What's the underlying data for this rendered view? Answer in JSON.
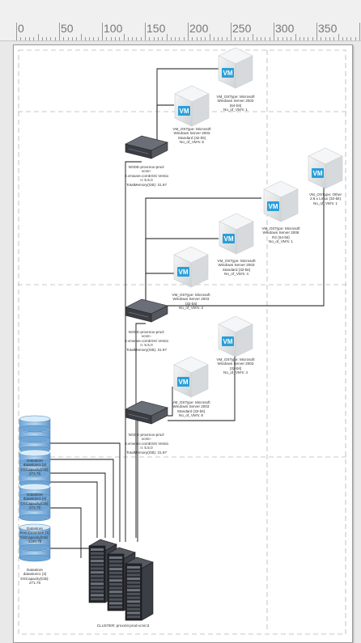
{
  "ruler": {
    "labels": [
      "0",
      "50",
      "100",
      "150",
      "200",
      "250",
      "300",
      "350"
    ]
  },
  "hosts": [
    {
      "lines": [
        "NODE-proxmox-prod-",
        "vcsrc-",
        "3.vmware.comESXi Versio",
        "n: 5.5.0",
        "TotalMemory(GB): 31.97"
      ]
    },
    {
      "lines": [
        "NODE-proxmox-prod-",
        "vcsrc-",
        "3.vmware.comESXi Versio",
        "n: 5.5.0",
        "TotalMemory(GB): 31.97"
      ]
    },
    {
      "lines": [
        "NODE-proxmox-prod-",
        "vcsrc-",
        "3.vmware.comESXi Versio",
        "n: 5.5.0",
        "TotalMemory(GB): 31.97"
      ]
    }
  ],
  "vms": [
    {
      "icon": "VM",
      "lines": [
        "VM_OSType: Microsoft",
        "Windows Server 2003",
        "(64-bit)",
        "No_of_VM's: 1"
      ]
    },
    {
      "icon": "VM",
      "lines": [
        "VM_OSType: Microsoft",
        "Windows Server 2003",
        "Standard (32-bit)",
        "No_of_VM's: 5"
      ]
    },
    {
      "icon": "VM",
      "lines": [
        "VM_OSType: Other",
        "2.6.x Linux (32-bit)",
        "No_of_VM's: 1"
      ]
    },
    {
      "icon": "VM",
      "lines": [
        "VM_OSType: Microsoft",
        "Windows Server 2008",
        "R2 (64-bit)",
        "No_of_VM's: 1"
      ]
    },
    {
      "icon": "VM",
      "lines": [
        "VM_OSType: Microsoft",
        "Windows Server 2003",
        "Standard (32-bit)",
        "No_of_VM's: 4"
      ]
    },
    {
      "icon": "VM",
      "lines": [
        "VM_OSType: Microsoft",
        "Windows Server 2003",
        "(32-bit)",
        "No_of_VM's: 3"
      ]
    },
    {
      "icon": "VM",
      "lines": [
        "VM_OSType: Microsoft",
        "Windows Server 2003",
        "(32-bit)",
        "No_of_VM's: 4"
      ]
    },
    {
      "icon": "VM",
      "lines": [
        "VM_OSType: Microsoft",
        "Windows Server 2003",
        "Standard (32-bit)",
        "No_of_VM's: 8"
      ]
    }
  ],
  "datastores": [
    {
      "lines": [
        "Datastore",
        "datastore1 (2)",
        "DSCapacity(GB):",
        "271.75"
      ]
    },
    {
      "lines": [
        "Datastore",
        "datastore1 (4)",
        "DSCapacity(GB):",
        "271.75"
      ]
    },
    {
      "lines": [
        "Datastore",
        "mainDatastore (1)",
        "DSCapacity(GB):",
        "4188.75"
      ]
    },
    {
      "lines": [
        "Datastore",
        "datastore1 (3)",
        "DSCapacity(GB):",
        "271.75"
      ]
    }
  ],
  "cluster": {
    "lines": [
      "CLUSTER: proxmit-prod-vcsrc3"
    ]
  },
  "colors": {
    "vm_blue": "#2a9fd8",
    "vm_body": "#e1e4e6",
    "server_dark": "#3a3d44",
    "db_blue": "#8fbde6",
    "line": "#111111",
    "guide": "#b5b5b5"
  }
}
